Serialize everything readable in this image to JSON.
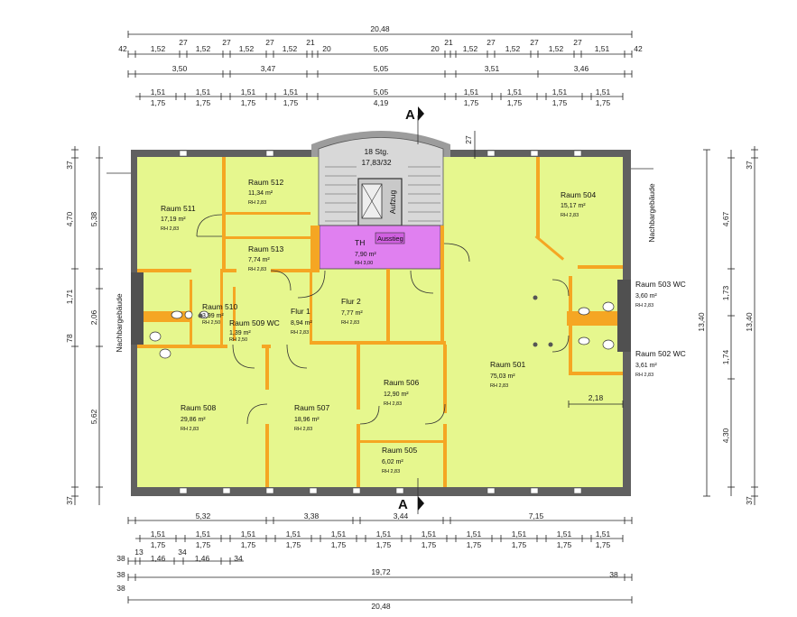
{
  "dimensions": {
    "top_overall": "20,48",
    "top_row1": [
      "42",
      "1,52",
      "27",
      "1,52",
      "27",
      "1,52",
      "27",
      "1,52",
      "21",
      "20",
      "5,05",
      "20",
      "21",
      "1,52",
      "27",
      "1,52",
      "27",
      "1,52",
      "27",
      "1,51",
      "42"
    ],
    "top_row2": [
      "3,50",
      "3,47",
      "5,05",
      "3,51",
      "3,46"
    ],
    "top_row3_upper": [
      "1,51",
      "1,51",
      "1,51",
      "1,51",
      "5,05",
      "1,51",
      "1,51",
      "1,51",
      "1,51"
    ],
    "top_row3_lower": [
      "1,75",
      "1,75",
      "1,75",
      "1,75",
      "4,19",
      "1,75",
      "1,75",
      "1,75",
      "1,75"
    ],
    "top_stair_27": "27",
    "left_outer": [
      "37",
      "5,38",
      "1,71",
      "5,62",
      "37"
    ],
    "left_inner": [
      "4,70",
      "2,06",
      "78"
    ],
    "right_inner": [
      "4,67",
      "1,73",
      "1,74",
      "4,30"
    ],
    "right_outer_total": "13,40",
    "right_outer_total_b": "13,40",
    "right_outer_37": [
      "37",
      "37"
    ],
    "bottom_row1": [
      "5,32",
      "3,38",
      "3,44",
      "7,15"
    ],
    "bottom_row2_upper": [
      "1,51",
      "1,51",
      "1,51",
      "1,51",
      "1,51",
      "1,51",
      "1,51",
      "1,51",
      "1,51",
      "1,51",
      "1,51"
    ],
    "bottom_row2_lower": [
      "1,75",
      "1,75",
      "1,75",
      "1,75",
      "1,75",
      "1,75",
      "1,75",
      "1,75",
      "1,75",
      "1,75",
      "1,75"
    ],
    "bottom_small": [
      "13",
      "34",
      "1,46",
      "1,46",
      "34"
    ],
    "bottom_38": [
      "38",
      "38",
      "38",
      "38"
    ],
    "bottom_inner": "19,72",
    "bottom_overall": "20,48",
    "inner_218": "2,18"
  },
  "section_marks": {
    "top": "A",
    "bottom": "A"
  },
  "stair": {
    "steps": "18 Stg.",
    "ratio": "17,83/32",
    "lift": "Aufzug"
  },
  "th": {
    "name": "TH",
    "area": "7,90 m²",
    "rh": "RH 3,00",
    "exit": "Ausstieg"
  },
  "rooms": [
    {
      "id": "511",
      "name": "Raum 511",
      "area": "17,19 m²",
      "rh": "RH 2,83"
    },
    {
      "id": "512",
      "name": "Raum 512",
      "area": "11,34 m²",
      "rh": "RH 2,83"
    },
    {
      "id": "513",
      "name": "Raum 513",
      "area": "7,74 m²",
      "rh": "RH 2,83"
    },
    {
      "id": "510",
      "name": "Raum 510",
      "area": "3,99 m²",
      "rh": "RH 2,50"
    },
    {
      "id": "509",
      "name": "Raum 509 WC",
      "area": "1,39 m²",
      "rh": "RH 2,50"
    },
    {
      "id": "flur1",
      "name": "Flur 1",
      "area": "8,94 m²",
      "rh": "RH 2,83"
    },
    {
      "id": "flur2",
      "name": "Flur 2",
      "area": "7,77 m²",
      "rh": "RH 2,83"
    },
    {
      "id": "504",
      "name": "Raum 504",
      "area": "15,17 m²",
      "rh": "RH 2,83"
    },
    {
      "id": "503",
      "name": "Raum 503 WC",
      "area": "3,60 m²",
      "rh": "RH 2,83"
    },
    {
      "id": "502",
      "name": "Raum 502 WC",
      "area": "3,61 m²",
      "rh": "RH 2,83"
    },
    {
      "id": "501",
      "name": "Raum 501",
      "area": "75,03 m²",
      "rh": "RH 2,83"
    },
    {
      "id": "506",
      "name": "Raum 506",
      "area": "12,90 m²",
      "rh": "RH 2,83"
    },
    {
      "id": "505",
      "name": "Raum 505",
      "area": "6,02 m²",
      "rh": "RH 2,83"
    },
    {
      "id": "508",
      "name": "Raum 508",
      "area": "29,86 m²",
      "rh": "RH 2,83"
    },
    {
      "id": "507",
      "name": "Raum 507",
      "area": "18,96 m²",
      "rh": "RH 2,83"
    }
  ],
  "neighbour": "Nachbargebäude",
  "colors": {
    "room_fill": "#e6f78e",
    "wall": "#f5a623",
    "th_fill": "#e080f0",
    "outer_wall": "#505050",
    "stair_fill": "#d8d8d8"
  }
}
